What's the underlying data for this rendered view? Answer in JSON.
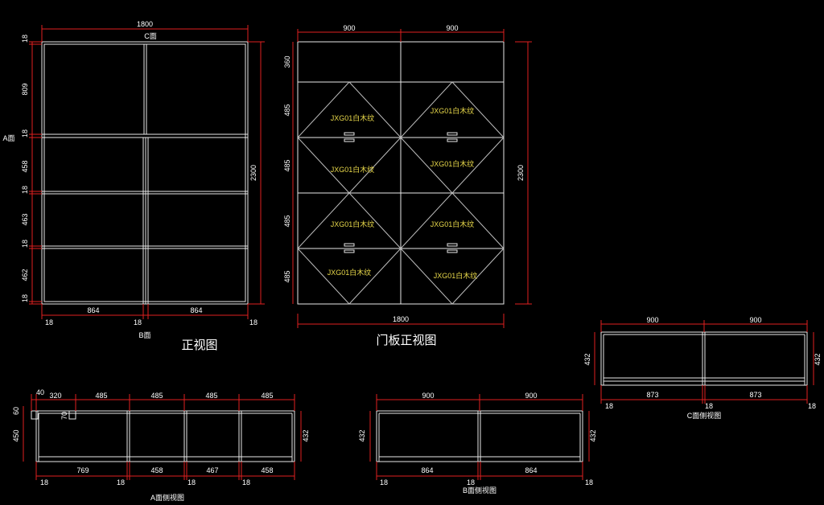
{
  "front_view": {
    "title": "正视图",
    "face_c": "C面",
    "face_a": "A面",
    "face_b": "B面",
    "width_total": "1800",
    "height_total": "2300",
    "left_dims": [
      "18",
      "809",
      "18",
      "458",
      "18",
      "463",
      "18",
      "462",
      "18"
    ],
    "bottom_inner": [
      "864",
      "864"
    ],
    "bottom_panels": [
      "18",
      "18",
      "18"
    ]
  },
  "door_view": {
    "title": "门板正视图",
    "top_dims": [
      "900",
      "900"
    ],
    "bottom_total": "1800",
    "right_total": "2300",
    "left_dims": [
      "360",
      "485",
      "485",
      "485",
      "485"
    ],
    "material_label": "JXG01白木纹",
    "labels": [
      "JXG01白木纹",
      "JXG01白木纹",
      "JXG01白木纹",
      "JXG01白木纹",
      "JXG01白木纹",
      "JXG01白木纹",
      "JXG01白木纹",
      "JXG01白木纹"
    ]
  },
  "a_side_view": {
    "title": "A面侧视图",
    "top_dims": [
      "40",
      "320",
      "485",
      "485",
      "485",
      "485"
    ],
    "left_dims": [
      "60",
      "450"
    ],
    "inner_dim": "70",
    "right_dim": "432",
    "bottom_inner": [
      "769",
      "458",
      "467",
      "458"
    ],
    "bottom_panels": [
      "18",
      "18",
      "18",
      "18"
    ]
  },
  "b_side_view": {
    "title": "B面侧视图",
    "top_dims": [
      "900",
      "900"
    ],
    "left_dim": "432",
    "right_dim": "432",
    "bottom_inner": [
      "864",
      "864"
    ],
    "bottom_panels": [
      "18",
      "18",
      "18"
    ]
  },
  "c_side_view": {
    "title": "C面侧视图",
    "top_dims": [
      "900",
      "900"
    ],
    "left_dim": "432",
    "right_dim": "432",
    "bottom_inner": [
      "873",
      "873"
    ],
    "bottom_panels": [
      "18",
      "18",
      "18"
    ]
  },
  "colors": {
    "background": "#000000",
    "dimension": "#e02020",
    "outline": "#e8e8e8",
    "material_text": "#e8d84a",
    "text": "#ffffff"
  }
}
